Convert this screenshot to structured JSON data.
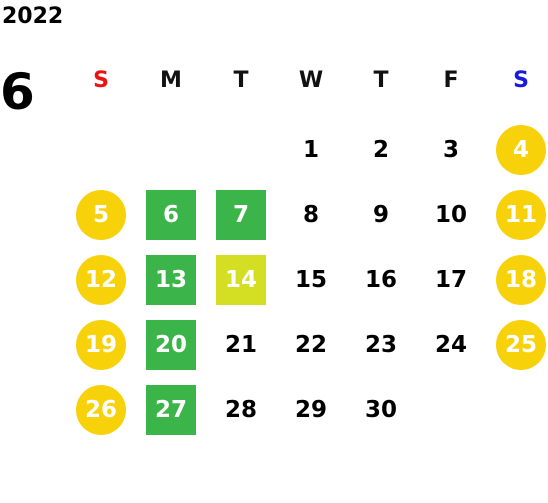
{
  "header": {
    "year": "2022",
    "month": "6"
  },
  "weekdays": [
    {
      "label": "S",
      "color": "#ee1111"
    },
    {
      "label": "M",
      "color": "#111111"
    },
    {
      "label": "T",
      "color": "#111111"
    },
    {
      "label": "W",
      "color": "#111111"
    },
    {
      "label": "T",
      "color": "#111111"
    },
    {
      "label": "F",
      "color": "#111111"
    },
    {
      "label": "S",
      "color": "#1a1adf"
    }
  ],
  "colors": {
    "holiday_circle": "#f7d20b",
    "green_square": "#3bb54a",
    "lime_square": "#d4de23"
  },
  "weeks": [
    [
      {
        "day": ""
      },
      {
        "day": ""
      },
      {
        "day": ""
      },
      {
        "day": "1",
        "style": "plain"
      },
      {
        "day": "2",
        "style": "plain"
      },
      {
        "day": "3",
        "style": "plain"
      },
      {
        "day": "4",
        "style": "circle"
      }
    ],
    [
      {
        "day": "5",
        "style": "circle"
      },
      {
        "day": "6",
        "style": "green"
      },
      {
        "day": "7",
        "style": "green"
      },
      {
        "day": "8",
        "style": "plain"
      },
      {
        "day": "9",
        "style": "plain"
      },
      {
        "day": "10",
        "style": "plain"
      },
      {
        "day": "11",
        "style": "circle"
      }
    ],
    [
      {
        "day": "12",
        "style": "circle"
      },
      {
        "day": "13",
        "style": "green"
      },
      {
        "day": "14",
        "style": "lime"
      },
      {
        "day": "15",
        "style": "plain"
      },
      {
        "day": "16",
        "style": "plain"
      },
      {
        "day": "17",
        "style": "plain"
      },
      {
        "day": "18",
        "style": "circle"
      }
    ],
    [
      {
        "day": "19",
        "style": "circle"
      },
      {
        "day": "20",
        "style": "green"
      },
      {
        "day": "21",
        "style": "plain"
      },
      {
        "day": "22",
        "style": "plain"
      },
      {
        "day": "23",
        "style": "plain"
      },
      {
        "day": "24",
        "style": "plain"
      },
      {
        "day": "25",
        "style": "circle"
      }
    ],
    [
      {
        "day": "26",
        "style": "circle"
      },
      {
        "day": "27",
        "style": "green"
      },
      {
        "day": "28",
        "style": "plain"
      },
      {
        "day": "29",
        "style": "plain"
      },
      {
        "day": "30",
        "style": "plain"
      },
      {
        "day": ""
      },
      {
        "day": ""
      }
    ]
  ]
}
